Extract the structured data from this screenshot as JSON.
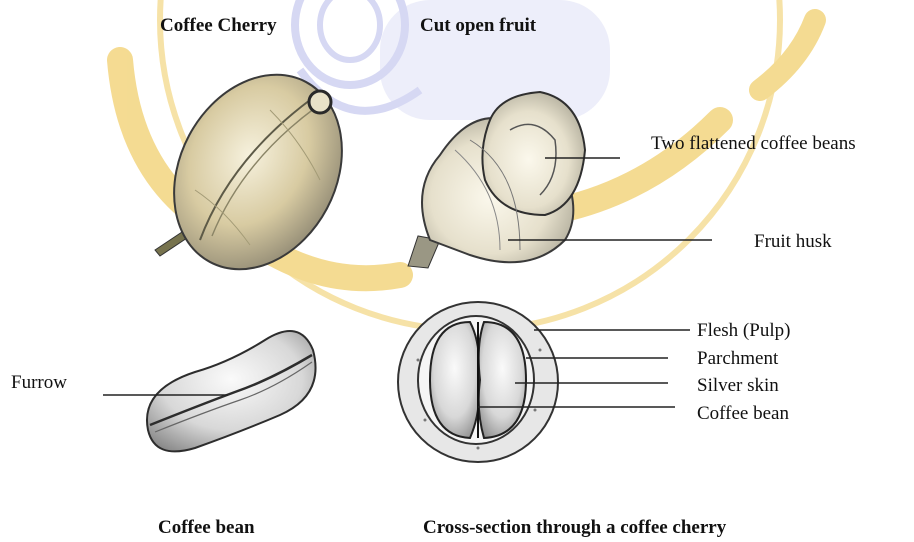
{
  "panels": {
    "cherry_title": "Coffee Cherry",
    "cut_title": "Cut open fruit",
    "bean_title": "Coffee bean",
    "cross_title": "Cross-section through a coffee cherry"
  },
  "callouts": {
    "two_beans": "Two flattened coffee beans",
    "fruit_husk": "Fruit husk",
    "furrow": "Furrow",
    "flesh": "Flesh (Pulp)",
    "parchment": "Parchment",
    "silver_skin": "Silver skin",
    "coffee_bean": "Coffee bean"
  },
  "watermark": {
    "colors": {
      "gold": "#f1cf6e",
      "blue": "#c9cbef"
    }
  }
}
